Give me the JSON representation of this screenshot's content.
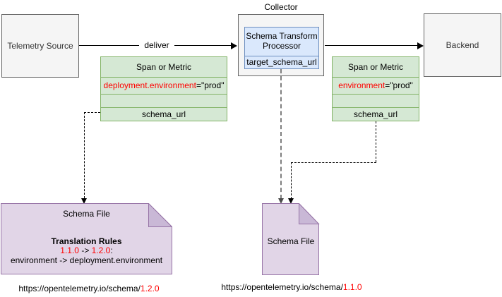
{
  "colors": {
    "node_fill": "#f5f5f5",
    "node_border": "#666666",
    "processor_fill": "#dae8fc",
    "processor_border": "#6c8ebf",
    "record_fill": "#d5e8d4",
    "record_border": "#82b366",
    "note_fill": "#e1d5e7",
    "note_border": "#9673a6",
    "note_fold": "#c9b8d6",
    "highlight_red": "#ff0000"
  },
  "nodes": {
    "telemetry_source": {
      "label": "Telemetry Source"
    },
    "collector": {
      "label": "Collector",
      "processor": {
        "title": "Schema Transform Processor",
        "field": "target_schema_url"
      }
    },
    "backend": {
      "label": "Backend"
    },
    "span_left": {
      "header": "Span or Metric",
      "attribute": {
        "key": "deployment.environment",
        "value": "=\"prod\""
      },
      "field": "schema_url"
    },
    "span_right": {
      "header": "Span or Metric",
      "attribute": {
        "key": "environment",
        "value": "=\"prod\""
      },
      "field": "schema_url"
    },
    "schema_file_left": {
      "title": "Schema File",
      "rules_heading": "Translation Rules",
      "rule": {
        "from": "1.1.0",
        "arrow": " -> ",
        "to": "1.2.0",
        "suffix": ":"
      },
      "mapping": "environment -> deployment.environment"
    },
    "schema_file_middle": {
      "title": "Schema File"
    }
  },
  "edges": {
    "deliver_label": "deliver"
  },
  "urls": {
    "left": {
      "base": "https://opentelemetry.io/schema/",
      "version": "1.2.0"
    },
    "right": {
      "base": "https://opentelemetry.io/schema/",
      "version": "1.1.0"
    }
  }
}
